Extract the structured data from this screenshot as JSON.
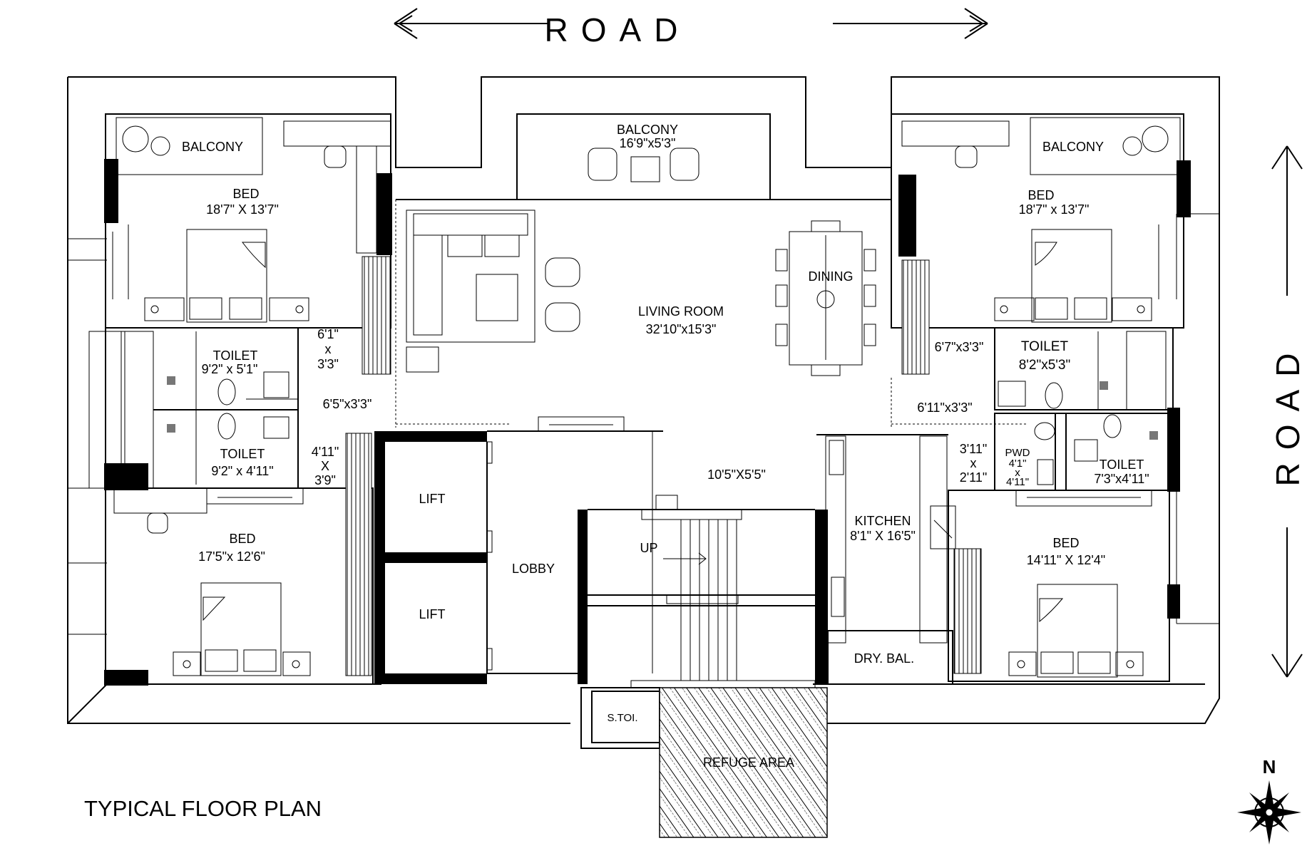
{
  "plan_title": "TYPICAL  FLOOR PLAN",
  "road_top": "ROAD",
  "road_right": "ROAD",
  "compass": {
    "north_label": "N"
  },
  "rooms": {
    "balcony_left": {
      "name": "BALCONY"
    },
    "bed_top_left": {
      "name": "BED",
      "size": "18'7\" X 13'7\""
    },
    "toilet_1": {
      "name": "TOILET",
      "size": "9'2\" x 5'1\""
    },
    "toilet_2": {
      "name": "TOILET",
      "size": "9'2\" x 4'11\""
    },
    "bed_bottom_left": {
      "name": "BED",
      "size": "17'5\"x 12'6\""
    },
    "passage_1": {
      "line1": "6'1\"",
      "line2": "x",
      "line3": "3'3\""
    },
    "passage_2": {
      "size": "6'5\"x3'3\""
    },
    "passage_3": {
      "line1": "4'11\"",
      "line2": "X",
      "line3": "3'9\""
    },
    "balcony_center": {
      "name": "BALCONY",
      "size": "16'9\"x5'3\""
    },
    "living": {
      "name": "LIVING  ROOM",
      "size": "32'10\"x15'3\""
    },
    "dining": {
      "name": "DINING"
    },
    "lift_1": {
      "name": "LIFT"
    },
    "lift_2": {
      "name": "LIFT"
    },
    "lobby": {
      "name": "LOBBY"
    },
    "corridor": {
      "size": "10'5\"X5'5\""
    },
    "stair": {
      "up": "UP"
    },
    "kitchen": {
      "name": "KITCHEN",
      "size": "8'1\" X 16'5\""
    },
    "dry_bal": {
      "name": "DRY. BAL."
    },
    "s_toi": {
      "name": "S.TOI."
    },
    "refuge": {
      "name": "REFUGE AREA"
    },
    "balcony_right": {
      "name": "BALCONY"
    },
    "bed_top_right": {
      "name": "BED",
      "size": "18'7\" x 13'7\""
    },
    "toilet_3": {
      "name": "TOILET",
      "size": "8'2\"x5'3\""
    },
    "passage_4": {
      "size": "6'7\"x3'3\""
    },
    "passage_5": {
      "size": "6'11\"x3'3\""
    },
    "passage_6": {
      "line1": "3'11\"",
      "line2": "x",
      "line3": "2'11\""
    },
    "pwd": {
      "line1": "PWD",
      "line2": "4'1\"",
      "line3": "x",
      "line4": "4'11\""
    },
    "toilet_4": {
      "name": "TOILET",
      "size": "7'3\"x4'11\""
    },
    "bed_bottom_right": {
      "name": "BED",
      "size": "14'11\" X 12'4\""
    }
  }
}
